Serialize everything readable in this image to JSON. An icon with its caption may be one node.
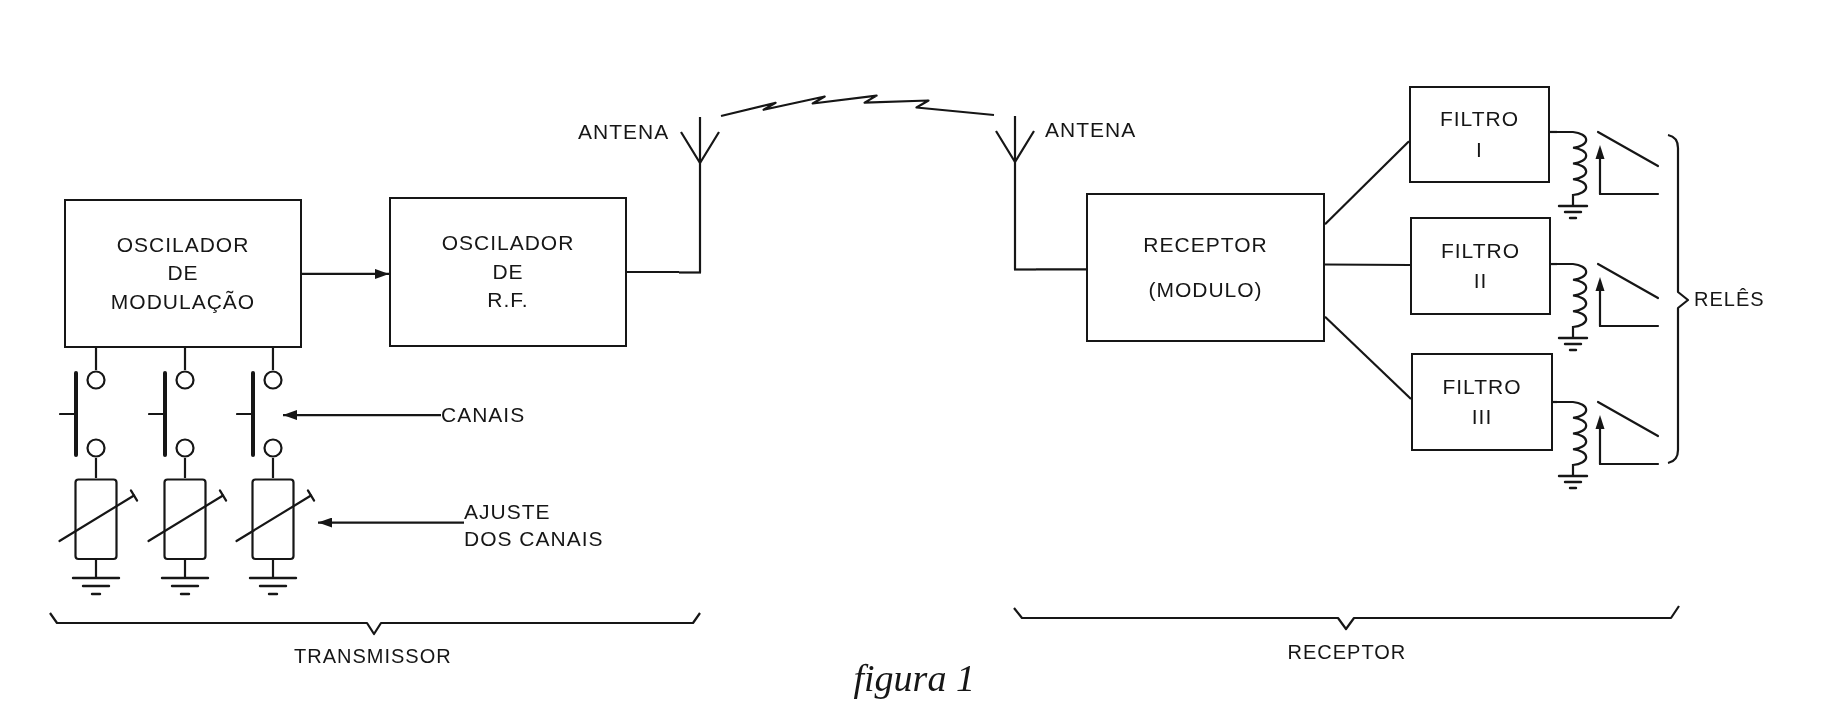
{
  "diagram": {
    "caption": "figura 1",
    "nodes": [
      {
        "text": [
          "OSCILADOR DE MODULAÇÃO"
        ]
      },
      {
        "text": [
          "OSCILADOR DE R.F."
        ]
      },
      {
        "text": [],
        "shape": "antenna",
        "beside": [
          "ANTENA"
        ]
      },
      {
        "text": [],
        "shape": "antenna",
        "beside": [
          "ANTENA"
        ]
      },
      {
        "text": [
          "RECEPTOR (MODULO)"
        ]
      },
      {
        "text": [
          "FILTRO I"
        ]
      },
      {
        "text": [
          "FILTRO II"
        ]
      },
      {
        "text": [
          "FILTRO III"
        ]
      },
      {
        "text": [],
        "shape": "relay"
      },
      {
        "text": [],
        "shape": "relay"
      },
      {
        "text": [],
        "shape": "relay"
      },
      {
        "text": [],
        "shape": "switch"
      },
      {
        "text": [],
        "shape": "switch"
      },
      {
        "text": [],
        "shape": "switch"
      },
      {
        "text": [
          "CANAIS"
        ]
      },
      {
        "text": [],
        "shape": "resistor"
      },
      {
        "text": [],
        "shape": "resistor"
      },
      {
        "text": [],
        "shape": "resistor"
      },
      {
        "text": [
          "AJUSTE DOS CANAIS"
        ]
      }
    ],
    "edges": [
      {
        "from": 0,
        "to": 1,
        "arrow": "to"
      },
      {
        "from": 1,
        "to": 2,
        "arrow": "none"
      },
      {
        "from": 2,
        "to": 3,
        "arrow": "none"
      },
      {
        "from": 3,
        "to": 4,
        "arrow": "none"
      },
      {
        "from": 4,
        "to": 5,
        "arrow": "none"
      },
      {
        "from": 4,
        "to": 6,
        "arrow": "none"
      },
      {
        "from": 4,
        "to": 7,
        "arrow": "none"
      },
      {
        "from": 5,
        "to": 8,
        "arrow": "none"
      },
      {
        "from": 6,
        "to": 9,
        "arrow": "none"
      },
      {
        "from": 7,
        "to": 10,
        "arrow": "none"
      },
      {
        "from": 0,
        "to": 11,
        "arrow": "none"
      },
      {
        "from": 0,
        "to": 12,
        "arrow": "none"
      },
      {
        "from": 0,
        "to": 13,
        "arrow": "none"
      },
      {
        "from": 11,
        "to": 15,
        "arrow": "none"
      },
      {
        "from": 12,
        "to": 16,
        "arrow": "none"
      },
      {
        "from": 13,
        "to": 17,
        "arrow": "none"
      },
      {
        "from": 14,
        "to": 13,
        "arrow": "to"
      },
      {
        "from": 18,
        "to": 17,
        "arrow": "to"
      }
    ],
    "labels": [
      "RELÊS",
      "TRANSMISSOR",
      "RECEPTOR"
    ]
  }
}
